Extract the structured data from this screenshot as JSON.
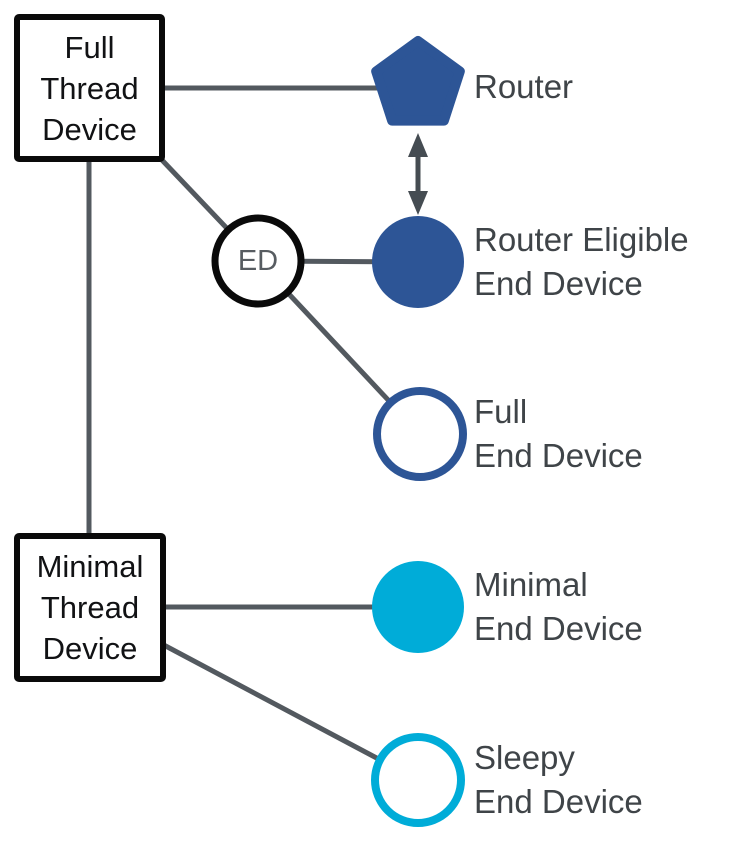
{
  "colors": {
    "navy": "#2d5596",
    "cyan": "#00acd8",
    "connector": "#53595f",
    "arrow": "#454c52",
    "label_text": "#3f4448",
    "box_text": "#111214",
    "ed_text": "#575c61",
    "black": "#0a0a0a",
    "background": "#ffffff"
  },
  "boxes": {
    "full_thread_device": {
      "label": "Full\nThread\nDevice"
    },
    "minimal_thread_device": {
      "label": "Minimal\nThread\nDevice"
    }
  },
  "nodes": {
    "router": {
      "label": "Router",
      "shape": "pentagon",
      "fill": "navy"
    },
    "router_eligible_end_device": {
      "label": "Router Eligible\nEnd Device",
      "shape": "circle-filled",
      "fill": "navy"
    },
    "end_device_junction": {
      "label": "ED",
      "shape": "circle-outline",
      "stroke": "black"
    },
    "full_end_device": {
      "label": "Full\nEnd Device",
      "shape": "circle-outline",
      "stroke": "navy"
    },
    "minimal_end_device": {
      "label": "Minimal\nEnd Device",
      "shape": "circle-filled",
      "fill": "cyan"
    },
    "sleepy_end_device": {
      "label": "Sleepy\nEnd Device",
      "shape": "circle-outline",
      "stroke": "cyan"
    }
  },
  "edges": [
    {
      "from": "full-thread-device",
      "to": "router",
      "type": "line"
    },
    {
      "from": "full-thread-device",
      "to": "end-device-junction",
      "type": "line"
    },
    {
      "from": "full-thread-device",
      "to": "minimal-thread-device",
      "type": "line"
    },
    {
      "from": "end-device-junction",
      "to": "router-eligible-end-device",
      "type": "line"
    },
    {
      "from": "end-device-junction",
      "to": "full-end-device",
      "type": "line"
    },
    {
      "from": "minimal-thread-device",
      "to": "minimal-end-device",
      "type": "line"
    },
    {
      "from": "minimal-thread-device",
      "to": "sleepy-end-device",
      "type": "line"
    },
    {
      "from": "router",
      "to": "router-eligible-end-device",
      "type": "double-arrow"
    }
  ]
}
